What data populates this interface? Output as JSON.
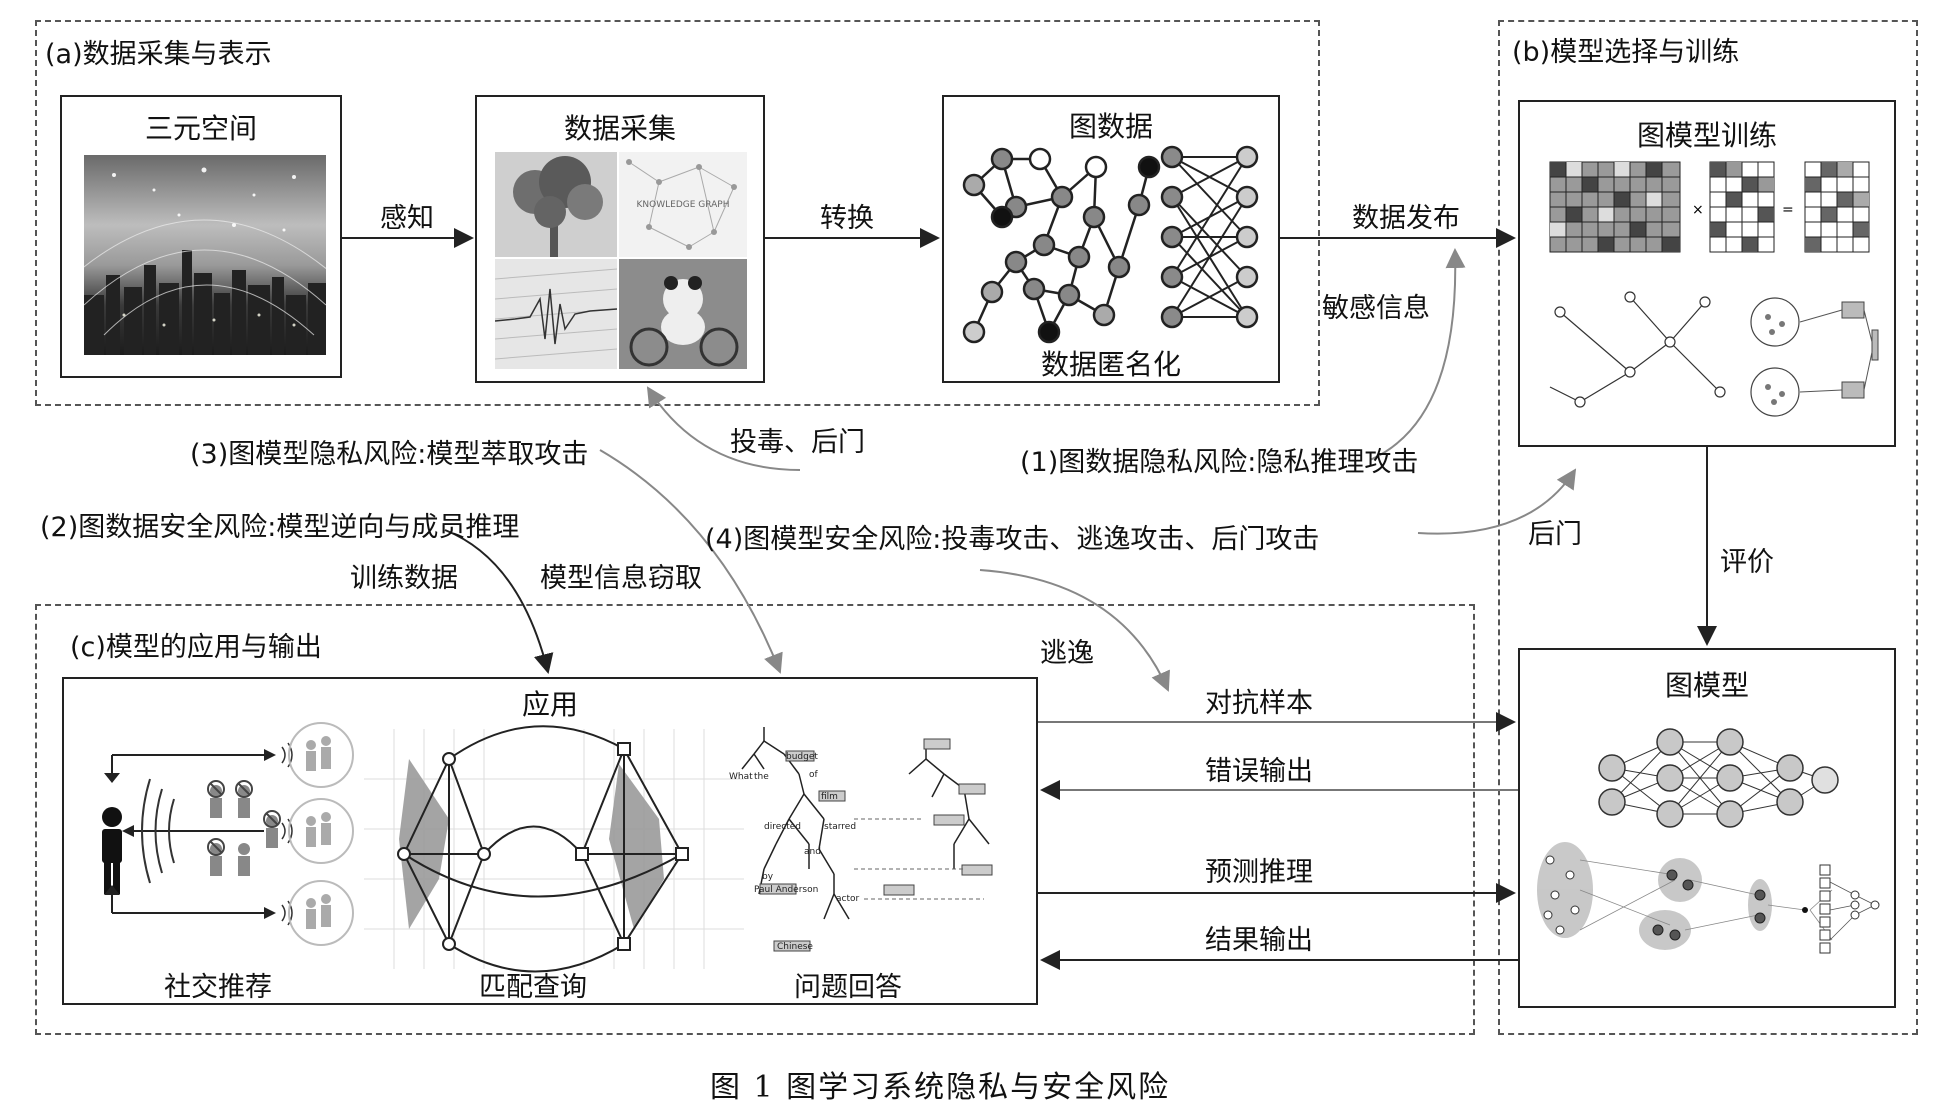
{
  "regions": {
    "a": "(a)数据采集与表示",
    "b": "(b)模型选择与训练",
    "c": "(c)模型的应用与输出"
  },
  "boxes": {
    "space": "三元空间",
    "collect": "数据采集",
    "graph": "图数据",
    "anonymize": "数据匿名化",
    "train": "图模型训练",
    "model": "图模型",
    "app": "应用"
  },
  "arrows": {
    "perceive": "感知",
    "convert": "转换",
    "publish": "数据发布",
    "sensitive": "敏感信息",
    "poison_backdoor": "投毒、后门",
    "backdoor": "后门",
    "evaluate": "评价",
    "train_data": "训练数据",
    "model_steal": "模型信息窃取",
    "evasion": "逃逸",
    "adversarial": "对抗样本",
    "wrong_output": "错误输出",
    "predict": "预测推理",
    "result": "结果输出"
  },
  "risks": {
    "r1": "(1)图数据隐私风险:隐私推理攻击",
    "r2": "(2)图数据安全风险:模型逆向与成员推理",
    "r3": "(3)图模型隐私风险:模型萃取攻击",
    "r4": "(4)图模型安全风险:投毒攻击、逃逸攻击、后门攻击"
  },
  "apps": {
    "social": "社交推荐",
    "match": "匹配查询",
    "qa": "问题回答"
  },
  "qa_tree": {
    "what": "What",
    "the": "the",
    "budget": "budget",
    "of": "of",
    "film": "film",
    "directed": "directed",
    "by": "by",
    "and": "and",
    "starred": "starred",
    "actor": "actor",
    "paul": "Paul Anderson",
    "chinese": "Chinese"
  },
  "kg_text": "KNOWLEDGE GRAPH",
  "caption": "图 1 图学习系统隐私与安全风险"
}
